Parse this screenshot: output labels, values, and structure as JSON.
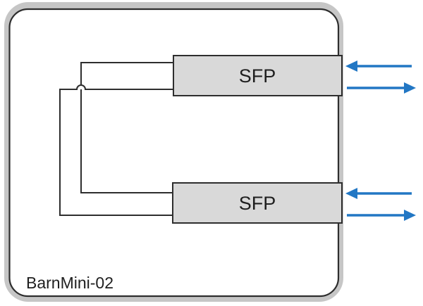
{
  "device": {
    "label": "BarnMini-02"
  },
  "modules": [
    {
      "label": "SFP",
      "position": "top"
    },
    {
      "label": "SFP",
      "position": "bottom"
    }
  ],
  "arrows": [
    {
      "module": "top",
      "direction": "in"
    },
    {
      "module": "top",
      "direction": "out"
    },
    {
      "module": "bottom",
      "direction": "in"
    },
    {
      "module": "bottom",
      "direction": "out"
    }
  ],
  "colors": {
    "line": "#2e2e2e",
    "module_fill": "#d9d9d9",
    "backdrop": "#c6c6c6",
    "panel_fill": "#ffffff",
    "arrow_blue": "#2277c4",
    "text": "#1f1f1f"
  }
}
